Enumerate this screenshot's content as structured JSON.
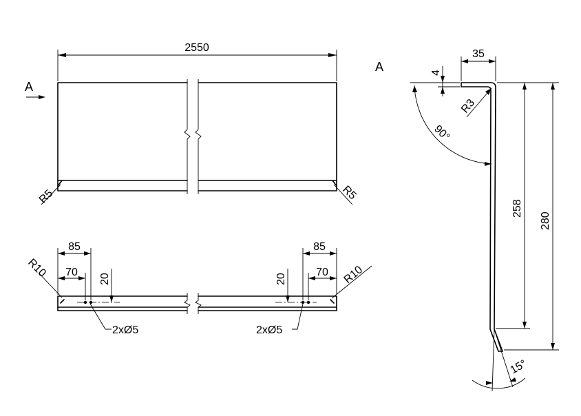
{
  "view_label": "A",
  "front_view": {
    "overall_length": "2550",
    "corner_radius_left": "R5",
    "corner_radius_right": "R5"
  },
  "bottom_view": {
    "left": {
      "offset_outer": "85",
      "offset_inner": "70",
      "edge_distance": "20",
      "corner_radius": "R10",
      "holes": "2xØ5"
    },
    "right": {
      "offset_outer": "85",
      "offset_inner": "70",
      "edge_distance": "20",
      "corner_radius": "R10",
      "holes": "2xØ5"
    }
  },
  "section_view": {
    "label": "A",
    "flange_width": "35",
    "thickness": "4",
    "bend_radius": "R3",
    "bend_angle": "90°",
    "inner_height": "258",
    "total_height": "280",
    "lip_angle": "15°"
  }
}
